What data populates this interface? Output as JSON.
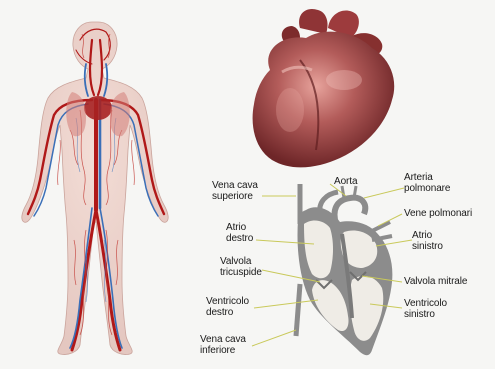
{
  "labels": {
    "vena_cava_superiore": [
      "Vena cava",
      "superiore"
    ],
    "aorta": "Aorta",
    "arteria_polmonare": [
      "Arteria",
      "polmonare"
    ],
    "vene_polmonari": "Vene polmonari",
    "atrio_destro": [
      "Atrio",
      "destro"
    ],
    "atrio_sinistro": [
      "Atrio",
      "sinistro"
    ],
    "valvola_tricuspide": [
      "Valvola",
      "tricuspide"
    ],
    "valvola_mitrale": "Valvola mitrale",
    "ventricolo_destro": [
      "Ventricolo",
      "destro"
    ],
    "ventricolo_sinistro": [
      "Ventricolo",
      "sinistro"
    ],
    "vena_cava_inferiore": [
      "Vena cava",
      "inferiore"
    ]
  },
  "colors": {
    "artery": "#b01818",
    "vein": "#3a6fb8",
    "heart_muscle": "#9c3a3c",
    "heart_highlight": "#d98a85",
    "diagram_wall": "#8c8c8c",
    "chamber_fill": "#efece6",
    "leader_line": "#c9c95a"
  }
}
